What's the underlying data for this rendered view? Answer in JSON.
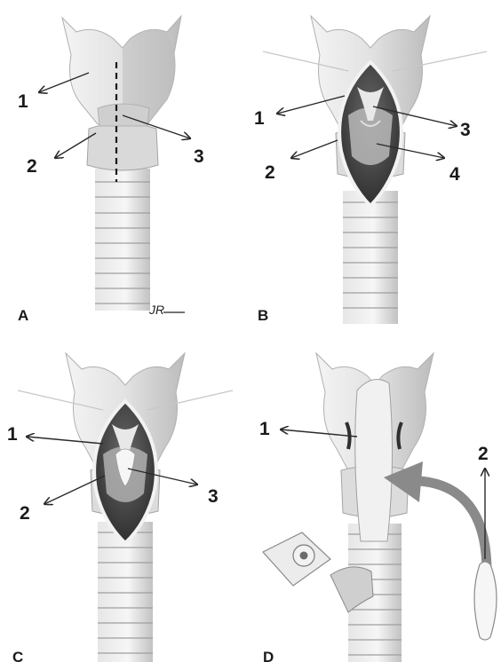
{
  "panels": [
    {
      "letter": "A",
      "labels": [
        "1",
        "2",
        "3"
      ],
      "signature": "JR"
    },
    {
      "letter": "B",
      "labels": [
        "1",
        "2",
        "3",
        "4"
      ]
    },
    {
      "letter": "C",
      "labels": [
        "1",
        "2",
        "3"
      ]
    },
    {
      "letter": "D",
      "labels": [
        "1",
        "2"
      ]
    }
  ],
  "colors": {
    "cartilage": "#ececec",
    "cartilage_shade": "#c8c8c8",
    "cartilage_dark": "#a9a9a9",
    "cavity": "#4a4a4a",
    "curved_arrow": "#8a8a8a",
    "ink": "#1a1a1a"
  }
}
